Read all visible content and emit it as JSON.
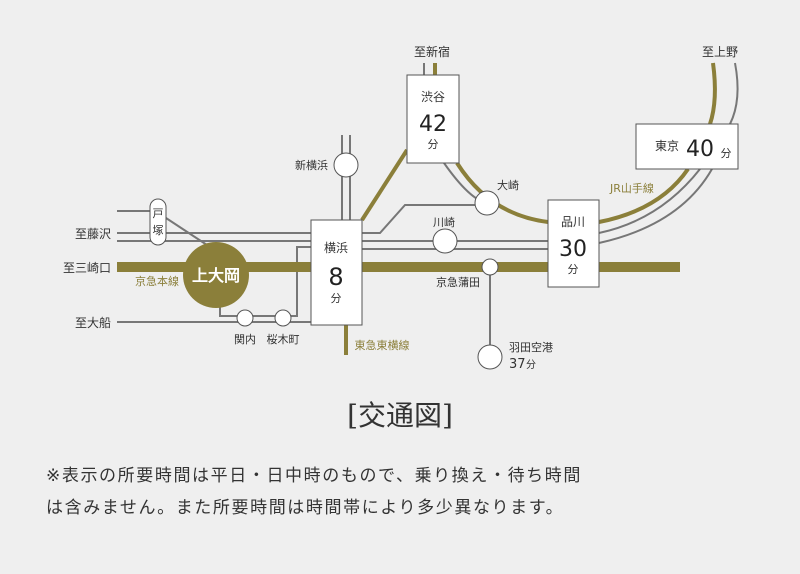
{
  "colors": {
    "olive": "#8b7f3a",
    "gray": "#777777",
    "background": "#efefef"
  },
  "destinations": {
    "shinjuku": "至新宿",
    "ueno": "至上野",
    "fujisawa": "至藤沢",
    "misakiguchi": "至三崎口",
    "ofuna": "至大船"
  },
  "lines": {
    "keikyu": "京急本線",
    "toyoko": "東急東横線",
    "yamanote": "JR山手線"
  },
  "origin": {
    "name": "上大岡"
  },
  "stations": {
    "totsuka": "戸塚",
    "shinyokohama": "新横浜",
    "kannai": "関内",
    "sakuragicho": "桜木町",
    "osaki": "大崎",
    "kawasaki": "川崎",
    "keikyukamata": "京急蒲田"
  },
  "hubs": {
    "yokohama": {
      "name": "横浜",
      "minutes": "8",
      "unit": "分"
    },
    "shibuya": {
      "name": "渋谷",
      "minutes": "42",
      "unit": "分"
    },
    "shinagawa": {
      "name": "品川",
      "minutes": "30",
      "unit": "分"
    },
    "tokyo": {
      "name": "東京",
      "minutes": "40",
      "unit": "分"
    },
    "haneda": {
      "name": "羽田空港",
      "minutes": "37",
      "unit": "分"
    }
  },
  "title": "[交通図]",
  "notes": [
    "※表示の所要時間は平日・日中時のもので、乗り換え・待ち時間",
    "は含みません。また所要時間は時間帯により多少異なります。"
  ]
}
